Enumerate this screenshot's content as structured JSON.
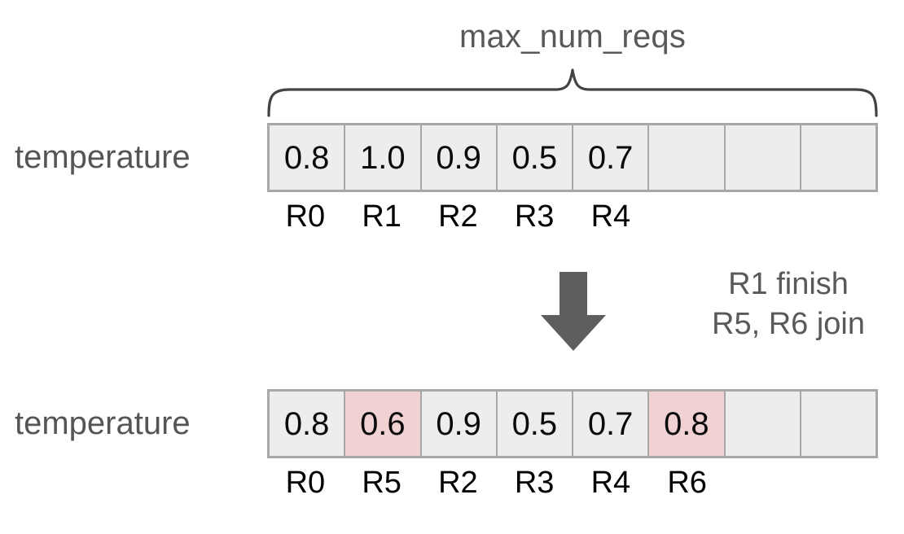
{
  "diagram": {
    "brace_title": "max_num_reqs",
    "rows": [
      {
        "id": "before",
        "label": "temperature",
        "cells": [
          {
            "value": "0.8",
            "highlight": false,
            "tag": "R0"
          },
          {
            "value": "1.0",
            "highlight": false,
            "tag": "R1"
          },
          {
            "value": "0.9",
            "highlight": false,
            "tag": "R2"
          },
          {
            "value": "0.5",
            "highlight": false,
            "tag": "R3"
          },
          {
            "value": "0.7",
            "highlight": false,
            "tag": "R4"
          },
          {
            "value": "",
            "highlight": false,
            "tag": ""
          },
          {
            "value": "",
            "highlight": false,
            "tag": ""
          },
          {
            "value": "",
            "highlight": false,
            "tag": ""
          }
        ]
      },
      {
        "id": "after",
        "label": "temperature",
        "cells": [
          {
            "value": "0.8",
            "highlight": false,
            "tag": "R0"
          },
          {
            "value": "0.6",
            "highlight": true,
            "tag": "R5"
          },
          {
            "value": "0.9",
            "highlight": false,
            "tag": "R2"
          },
          {
            "value": "0.5",
            "highlight": false,
            "tag": "R3"
          },
          {
            "value": "0.7",
            "highlight": false,
            "tag": "R4"
          },
          {
            "value": "0.8",
            "highlight": true,
            "tag": "R6"
          },
          {
            "value": "",
            "highlight": false,
            "tag": ""
          },
          {
            "value": "",
            "highlight": false,
            "tag": ""
          }
        ]
      }
    ],
    "transition_note": {
      "line1": "R1 finish",
      "line2": "R5, R6 join"
    },
    "colors": {
      "cell_fill": "#ededed",
      "cell_highlight": "#f0d2d2",
      "cell_border": "#a8a8a8",
      "label_gray": "#555555",
      "value_black": "#0a0a0a",
      "arrow_gray": "#5e5e5e",
      "brace_stroke": "#434343"
    }
  }
}
